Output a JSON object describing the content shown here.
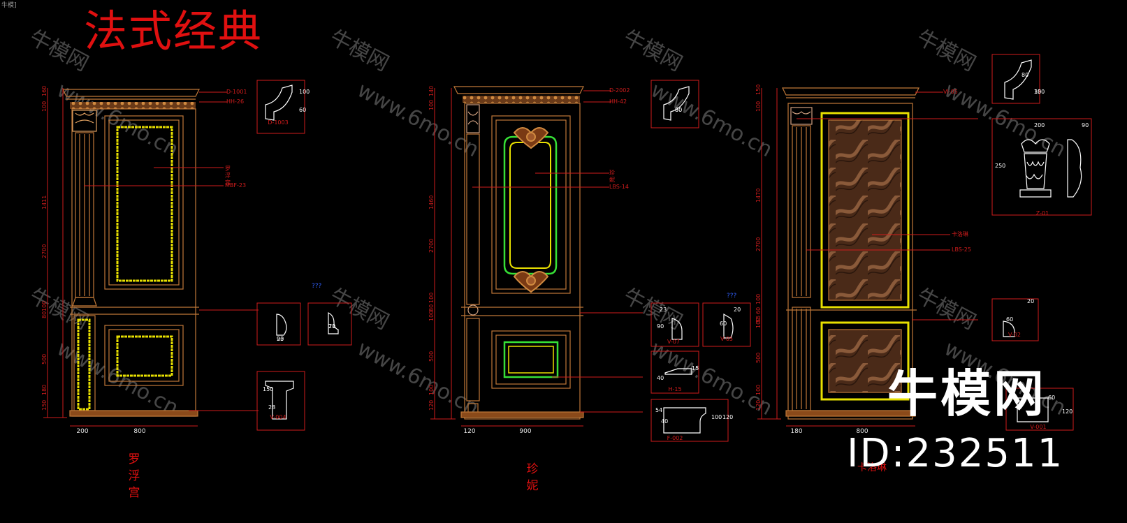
{
  "title": "法式经典",
  "corner_label": "牛模]",
  "watermark": {
    "brand": "牛模网",
    "url": "www.6mo.cn"
  },
  "brand_mark": {
    "name": "牛模网",
    "id": "ID:232511"
  },
  "colors": {
    "frame": "#c07838",
    "dim": "#d01c1c",
    "yellow": "#e8e000",
    "green": "#36e036",
    "cyan": "#28d8d8",
    "white": "#ffffff",
    "brown_fill": "#4a2a18"
  },
  "doors": [
    {
      "name": "罗浮宫",
      "center_note": "罗\n浮\n宫",
      "code": "MBF-23",
      "height_dims": [
        "160",
        "100",
        "1411",
        "2700",
        "100",
        "80",
        "500",
        "180",
        "150"
      ],
      "width_dims": [
        "200",
        "800"
      ],
      "profile_labels": [
        "D-1001",
        "HH-26"
      ],
      "details": [
        {
          "label": "D-1003",
          "dims": [
            "100",
            "60"
          ]
        },
        {
          "label": "",
          "dims": [
            "90",
            "23"
          ]
        },
        {
          "label": "",
          "dims": [
            "70",
            "21"
          ],
          "tag": "???"
        },
        {
          "label": "V-004",
          "dims": [
            "150",
            "28"
          ]
        }
      ]
    },
    {
      "name": "珍妮",
      "center_note": "珍\n妮",
      "code": "LBS-14",
      "height_dims": [
        "140",
        "100",
        "1460",
        "2700",
        "100",
        "80",
        "100",
        "500",
        "100",
        "120"
      ],
      "width_dims": [
        "120",
        "900"
      ],
      "profile_labels": [
        "D-2002",
        "HH-42"
      ],
      "details": [
        {
          "label": "",
          "dims": [
            "80",
            "60"
          ]
        },
        {
          "label": "V-07",
          "dims": [
            "23",
            "90"
          ]
        },
        {
          "label": "V-05",
          "dims": [
            "20",
            "60"
          ],
          "tag": "???"
        },
        {
          "label": "H-15",
          "dims": [
            "40",
            "15"
          ]
        },
        {
          "label": "F-002",
          "dims": [
            "54",
            "40",
            "100",
            "120"
          ]
        }
      ]
    },
    {
      "name": "卡洛琳",
      "center_note": "卡洛琳",
      "code": "LBS-25",
      "height_dims": [
        "150",
        "100",
        "1470",
        "2700",
        "100",
        "60",
        "55",
        "100",
        "500",
        "100",
        "120"
      ],
      "width_dims": [
        "180",
        "800"
      ],
      "profile_labels": [
        "VI-05"
      ],
      "details": [
        {
          "label": "",
          "dims": [
            "80",
            "150",
            "30"
          ]
        },
        {
          "label": "Z-01",
          "dims": [
            "200",
            "90",
            "250"
          ]
        },
        {
          "label": "V-02",
          "dims": [
            "20",
            "60"
          ]
        },
        {
          "label": "V-001",
          "dims": [
            "60",
            "120"
          ]
        }
      ]
    }
  ]
}
